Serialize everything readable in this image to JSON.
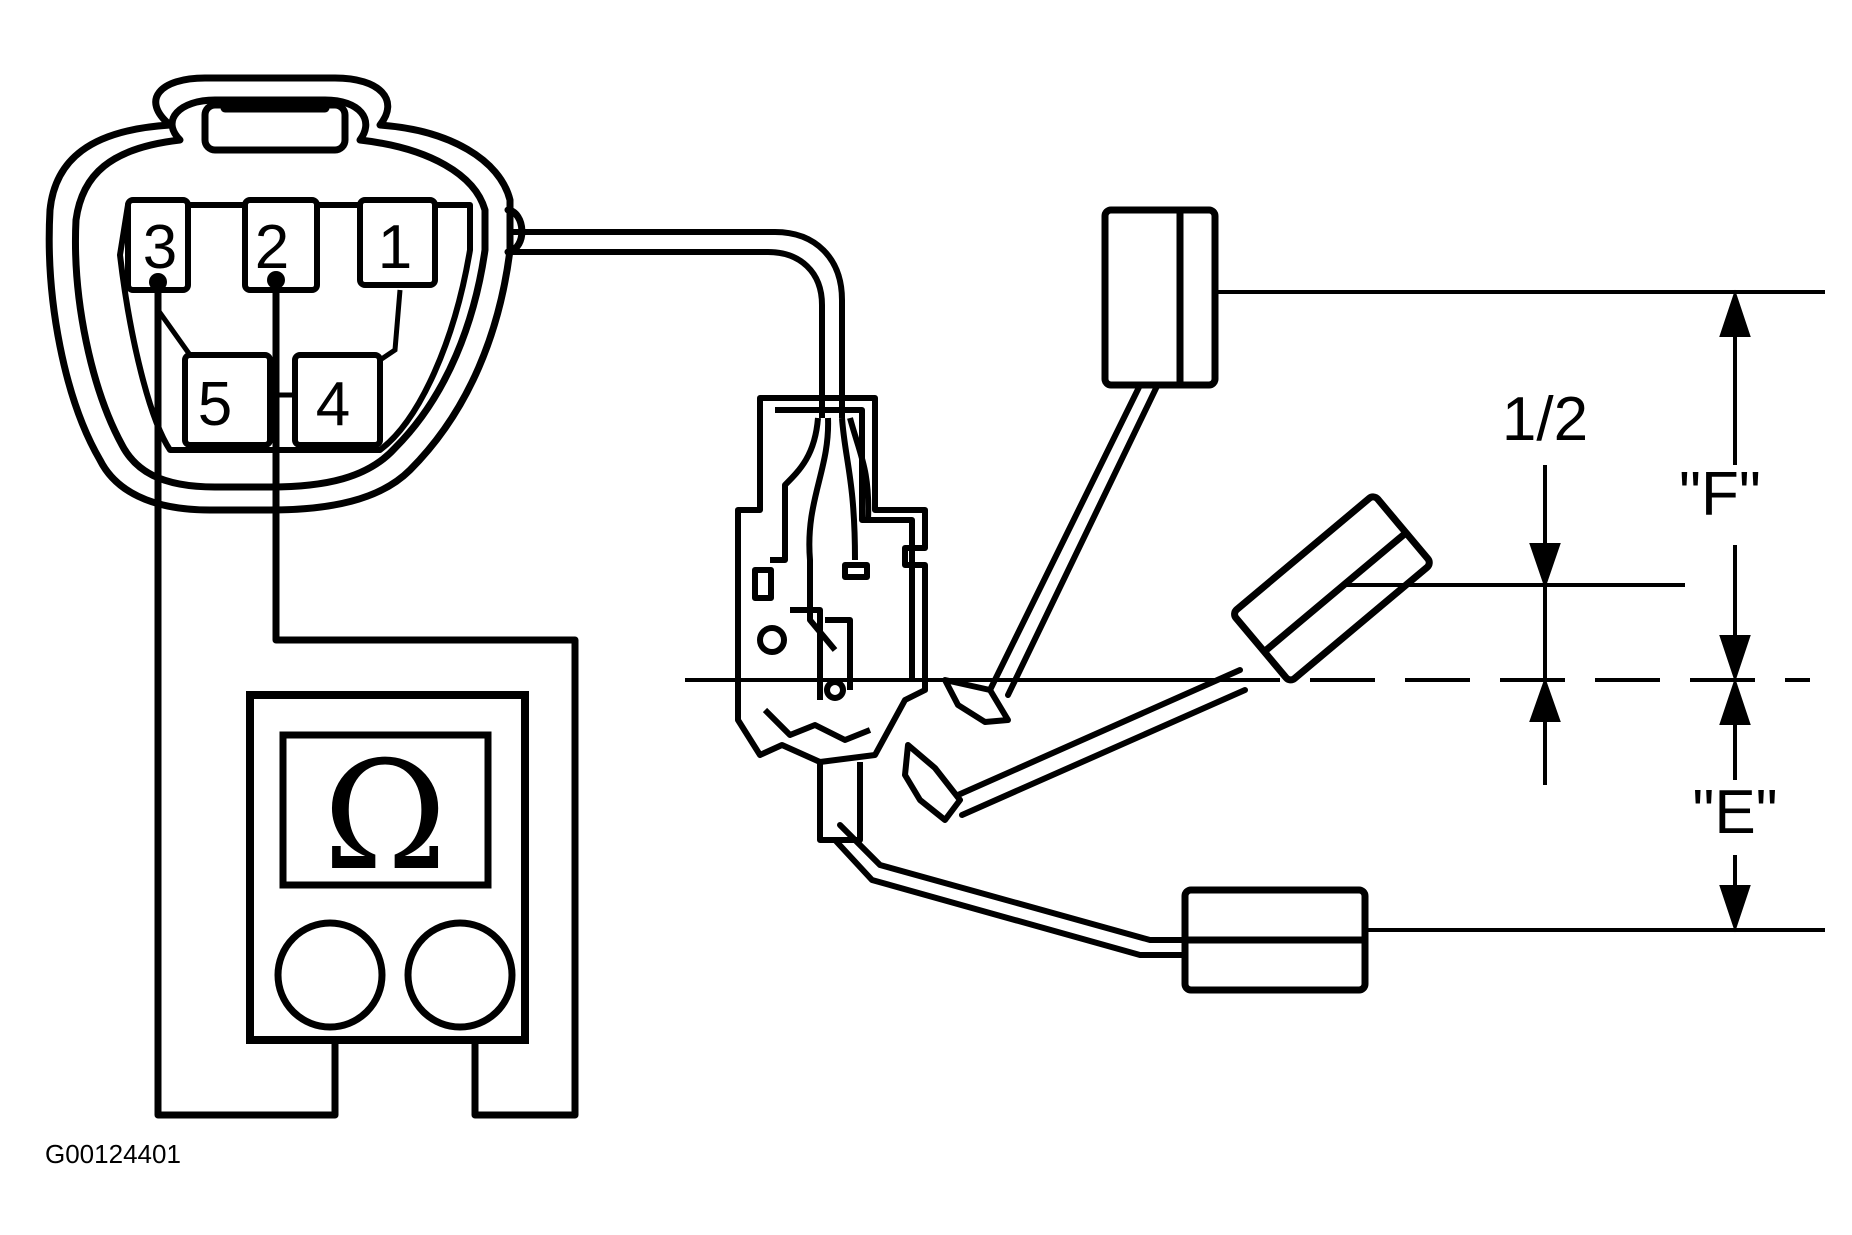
{
  "connector": {
    "pins": {
      "pin1": "1",
      "pin2": "2",
      "pin3": "3",
      "pin4": "4",
      "pin5": "5"
    }
  },
  "ohmmeter": {
    "symbol": "Ω"
  },
  "dimensions": {
    "half": "1/2",
    "full_label": "\"F\"",
    "empty_label": "\"E\""
  },
  "figure_code": "G00124401"
}
